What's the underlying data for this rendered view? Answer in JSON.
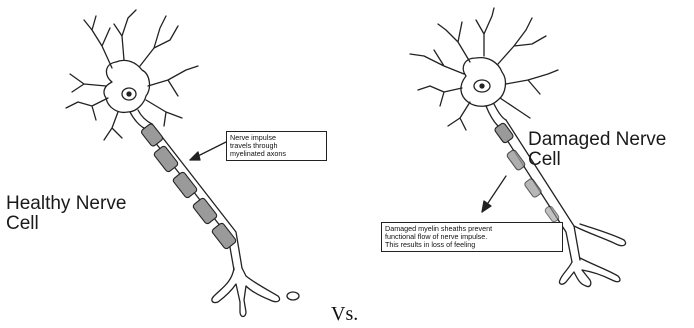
{
  "diagram": {
    "healthy": {
      "title_line1": "Healthy Nerve",
      "title_line2": "Cell",
      "note_line1": "Nerve impulse",
      "note_line2": "travels through",
      "note_line3": "myelinated axons"
    },
    "damaged": {
      "title_line1": "Damaged Nerve",
      "title_line2": "Cell",
      "note_line1": "Damaged myelin sheaths prevent",
      "note_line2": "functional flow of nerve impulse.",
      "note_line3": "This results in loss of feeling"
    },
    "comparison_label": "Vs.",
    "colors": {
      "ink": "#222222",
      "sheath_fill": "#9a9a9a",
      "background": "#ffffff"
    }
  }
}
